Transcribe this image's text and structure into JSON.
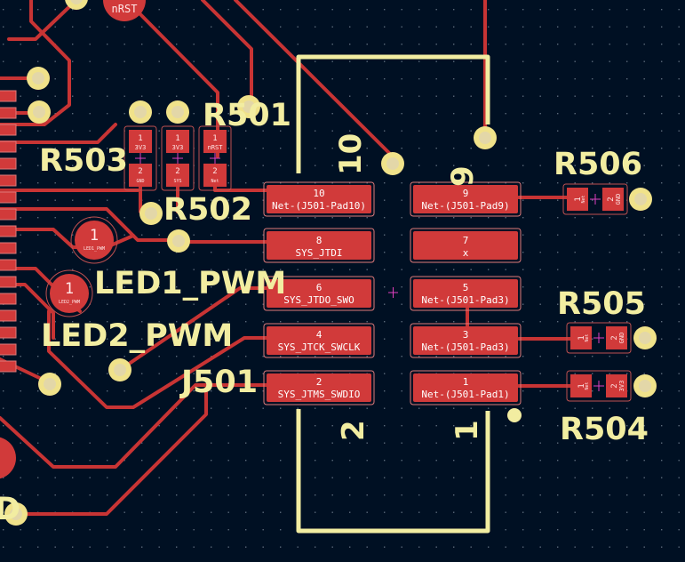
{
  "colors": {
    "background": "#001023",
    "grid_dot": "#5a6a7a",
    "track": "#c83434",
    "pad": "#d13a3a",
    "pad_outline": "#e07a7a",
    "via_ring": "#f0e28a",
    "via_hole": "#e3d7a8",
    "silkscreen": "#f2eda1",
    "anchor": "#e040c0"
  },
  "references": {
    "J501": "J501",
    "R501": "R501",
    "R502": "R502",
    "R503": "R503",
    "R504": "R504",
    "R505": "R505",
    "R506": "R506",
    "LED1": "LED1_PWM",
    "LED2": "LED2_PWM",
    "nrst_top": "nRST",
    "partial_d": "D"
  },
  "connector": {
    "pin_markers": {
      "p10": "10",
      "p9": "9",
      "p2": "2",
      "p1": "1"
    },
    "pads": [
      {
        "num": "10",
        "net": "Net-(J501-Pad10)"
      },
      {
        "num": "9",
        "net": "Net-(J501-Pad9)"
      },
      {
        "num": "8",
        "net": "SYS_JTDI"
      },
      {
        "num": "7",
        "net": "x"
      },
      {
        "num": "6",
        "net": "SYS_JTDO_SWO"
      },
      {
        "num": "5",
        "net": "Net-(J501-Pad3)"
      },
      {
        "num": "4",
        "net": "SYS_JTCK_SWCLK"
      },
      {
        "num": "3",
        "net": "Net-(J501-Pad3)"
      },
      {
        "num": "2",
        "net": "SYS_JTMS_SWDIO"
      },
      {
        "num": "1",
        "net": "Net-(J501-Pad1)"
      }
    ]
  },
  "small_resistors": {
    "R503": {
      "pin1": "1",
      "net1": "3V3",
      "pin2": "2",
      "net2": "GND"
    },
    "R502": {
      "pin1": "1",
      "net1": "3V3",
      "pin2": "2",
      "net2": "SYS"
    },
    "R501": {
      "pin1": "1",
      "net1": "nRST",
      "pin2": "2",
      "net2": "Net"
    },
    "R506": {
      "pin1": "1",
      "net1": "Net",
      "pin2": "2",
      "net2": "GND"
    },
    "R505": {
      "pin1": "1",
      "net1": "Net",
      "pin2": "2",
      "net2": "GND"
    },
    "R504": {
      "pin1": "1",
      "net1": "Net",
      "pin2": "2",
      "net2": "3V3"
    }
  },
  "led_pads": {
    "led1": {
      "num": "1",
      "net": "LED1_PWM"
    },
    "led2": {
      "num": "1",
      "net": "LED2_PWM"
    }
  }
}
